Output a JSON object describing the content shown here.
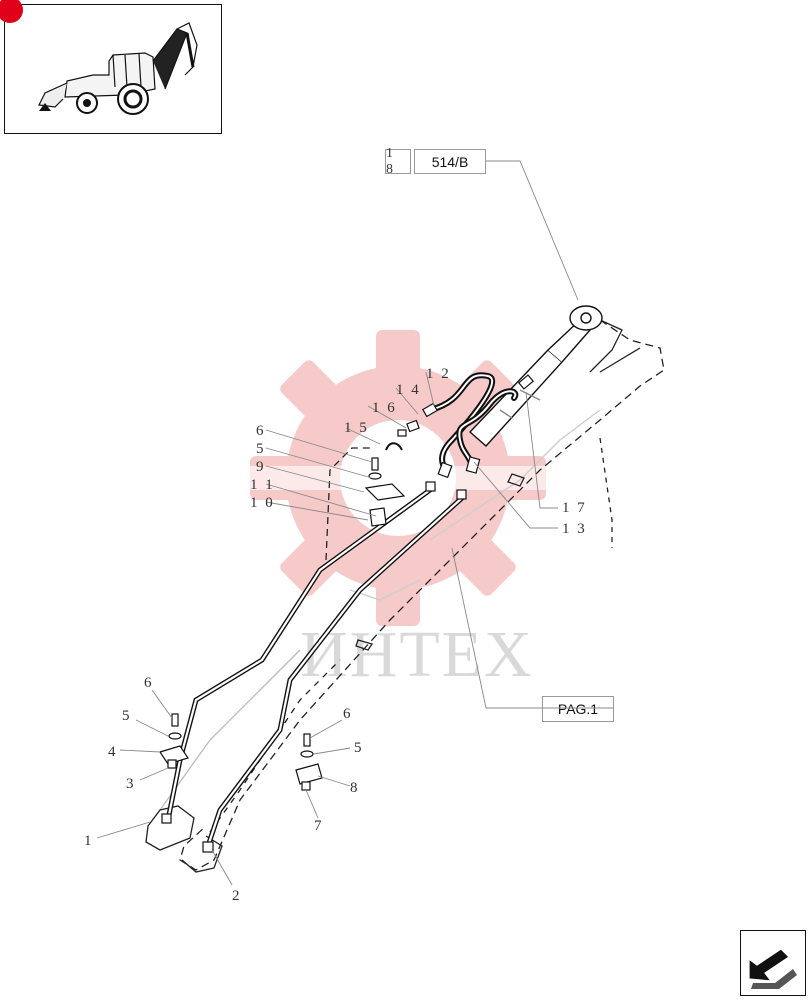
{
  "diagram": {
    "reference_tag": "514/B",
    "reference_number": "1 8",
    "page_link": "PAG.1",
    "watermark": "ИНТЕХ",
    "part_labels": {
      "p1": "1",
      "p2": "2",
      "p3": "3",
      "p4": "4",
      "p5a": "5",
      "p5b": "5",
      "p5c": "5",
      "p6a": "6",
      "p6b": "6",
      "p6c": "6",
      "p7": "7",
      "p8": "8",
      "p9": "9",
      "p10": "1 0",
      "p11": "1 1",
      "p12": "1 2",
      "p13": "1 3",
      "p14": "1 4",
      "p15": "1 5",
      "p16": "1 6",
      "p17": "1 7"
    }
  },
  "icons": {
    "thumbnail": "backhoe-loader-icon",
    "navigation": "next-arrow-icon"
  },
  "colors": {
    "watermark": "#f2a0a0",
    "accent_dot": "#e0001a",
    "line": "#222222"
  }
}
